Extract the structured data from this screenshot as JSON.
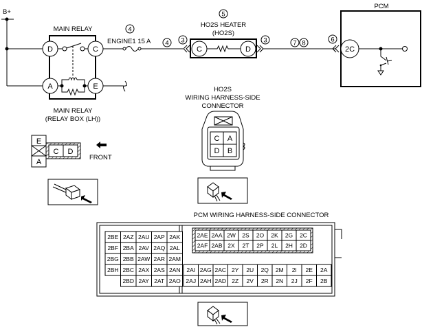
{
  "supply": {
    "label": "B+"
  },
  "main_relay": {
    "title": "MAIN RELAY",
    "caption_line1": "MAIN RELAY",
    "caption_line2": "(RELAY BOX (LH))",
    "pins": {
      "D": "D",
      "C": "C",
      "A": "A",
      "E": "E"
    }
  },
  "fuse": {
    "ref": "4",
    "label": "ENGINE1 15 A"
  },
  "wire_refs": {
    "after_fuse": "4",
    "heater_in": "3",
    "heater_out": "3",
    "mid_a": "7",
    "mid_b": "8",
    "pcm_in": "6"
  },
  "heater": {
    "ref": "5",
    "title_line1": "HO2S HEATER",
    "title_line2": "(HO2S)",
    "pins": {
      "C": "C",
      "D": "D"
    }
  },
  "pcm": {
    "title": "PCM",
    "pin": "2C"
  },
  "relay_connector": {
    "pins": [
      "E",
      "C",
      "D",
      "A"
    ],
    "front_label": "FRONT"
  },
  "ho2s_connector": {
    "title_line1": "HO2S",
    "title_line2": "WIRING HARNESS-SIDE",
    "title_line3": "CONNECTOR",
    "pins": [
      [
        "C",
        "A"
      ],
      [
        "D",
        "B"
      ]
    ]
  },
  "pcm_connector": {
    "title": "PCM WIRING HARNESS-SIDE CONNECTOR",
    "left_block": [
      [
        "2BE",
        "2AZ",
        "2AU",
        "2AP",
        "2AK"
      ],
      [
        "2BF",
        "2BA",
        "2AV",
        "2AQ",
        "2AL"
      ],
      [
        "2BG",
        "2BB",
        "2AW",
        "2AR",
        "2AM"
      ],
      [
        "2BH",
        "2BC",
        "2AX",
        "2AS",
        "2AN"
      ],
      [
        "",
        "2BD",
        "2AY",
        "2AT",
        "2AO"
      ]
    ],
    "upper_right_block": [
      [
        "2AE",
        "2AA",
        "2W",
        "2S",
        "2O",
        "2K",
        "2G",
        "2C"
      ],
      [
        "2AF",
        "2AB",
        "2X",
        "2T",
        "2P",
        "2L",
        "2H",
        "2D"
      ]
    ],
    "lower_right_block": [
      [
        "2AI",
        "2AG",
        "2AC",
        "2Y",
        "2U",
        "2Q",
        "2M",
        "2I",
        "2E",
        "2A"
      ],
      [
        "2AJ",
        "2AH",
        "2AD",
        "2Z",
        "2V",
        "2R",
        "2N",
        "2J",
        "2F",
        "2B"
      ]
    ]
  }
}
